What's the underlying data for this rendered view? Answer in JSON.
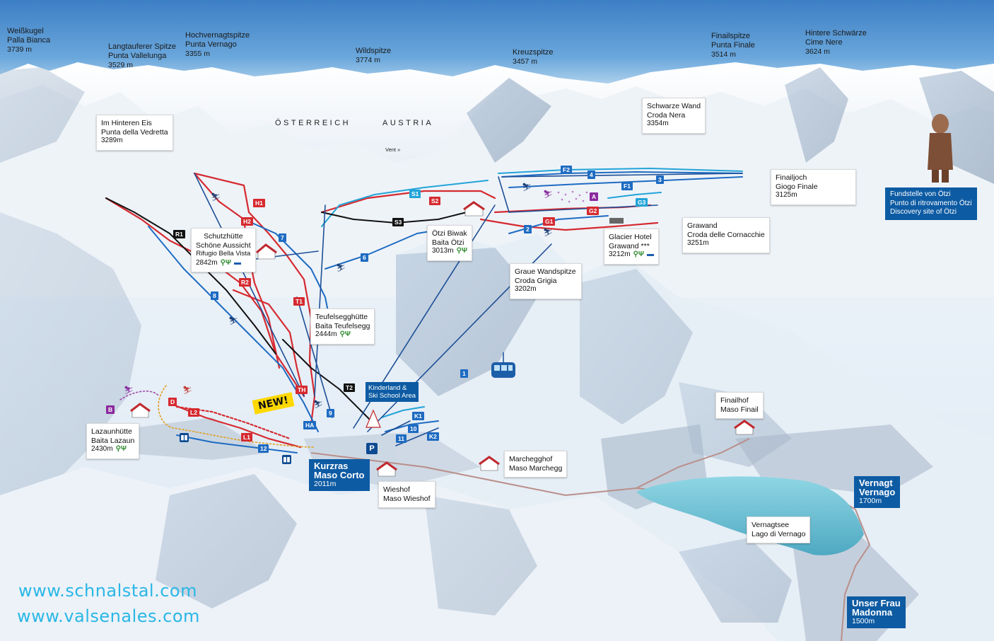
{
  "peaks": [
    {
      "id": "weisskugel",
      "lines": [
        "Weißkugel",
        "Palla Bianca"
      ],
      "alt": "3739 m"
    },
    {
      "id": "langtauferer",
      "lines": [
        "Langtauferer Spitze",
        "Punta Vallelunga"
      ],
      "alt": "3529 m"
    },
    {
      "id": "hochvernagt",
      "lines": [
        "Hochvernagtspitze",
        "Punta Vernago"
      ],
      "alt": "3355 m"
    },
    {
      "id": "wildspitze",
      "lines": [
        "Wildspitze"
      ],
      "alt": "3774 m"
    },
    {
      "id": "kreuzspitze",
      "lines": [
        "Kreuzspitze"
      ],
      "alt": "3457 m"
    },
    {
      "id": "finailspitze",
      "lines": [
        "Finailspitze",
        "Punta Finale"
      ],
      "alt": "3514 m"
    },
    {
      "id": "hintere",
      "lines": [
        "Hintere Schwärze",
        "Cime Nere"
      ],
      "alt": "3624 m"
    }
  ],
  "country": {
    "at": "ÖSTERREICH",
    "en": "AUSTRIA"
  },
  "vent": "Vent »",
  "labels": {
    "im_hinteren": {
      "l1": "Im Hinteren Eis",
      "l2": "Punta della Vedretta",
      "alt": "3289m"
    },
    "schwarze_wand": {
      "l1": "Schwarze Wand",
      "l2": "Croda Nera",
      "alt": "3354m"
    },
    "finailjoch": {
      "l1": "Finailjoch",
      "l2": "Giogo Finale",
      "alt": "3125m"
    },
    "schutzhutte": {
      "l1": "Schutzhütte",
      "l2": "Schöne Aussicht",
      "l3": "Rifugio Bella Vista",
      "alt": "2842m"
    },
    "otzi_biwak": {
      "l1": "Ötzi Biwak",
      "l2": "Baita Ötzi",
      "alt": "3013m"
    },
    "glacier_hotel": {
      "l1": "Glacier Hotel",
      "l2": "Grawand ***",
      "alt": "3212m"
    },
    "grawand": {
      "l1": "Grawand",
      "l2": "Croda delle Cornacchie",
      "alt": "3251m"
    },
    "graue": {
      "l1": "Graue Wandspitze",
      "l2": "Croda Grigia",
      "alt": "3202m"
    },
    "teufelsegg": {
      "l1": "Teufelsegghütte",
      "l2": "Baita Teufelsegg",
      "alt": "2444m"
    },
    "lazaun": {
      "l1": "Lazaunhütte",
      "l2": "Baita Lazaun",
      "alt": "2430m"
    },
    "finailhof": {
      "l1": "Finailhof",
      "l2": "Maso Finail"
    },
    "marchegg": {
      "l1": "Marchegghof",
      "l2": "Maso Marchegg"
    },
    "wieshof": {
      "l1": "Wieshof",
      "l2": "Maso Wieshof"
    },
    "vernagtsee": {
      "l1": "Vernagtsee",
      "l2": "Lago di Vernago"
    }
  },
  "otzi_site": {
    "l1": "Fundstelle von Ötzi",
    "l2": "Punto di ritrovamento Ötzi",
    "l3": "Discovery site of Ötzi"
  },
  "kinderland": {
    "l1": "Kinderland &",
    "l2": "Ski School Area"
  },
  "villages": {
    "kurzras": {
      "l1": "Kurzras",
      "l2": "Maso Corto",
      "alt": "2011m"
    },
    "vernagt": {
      "l1": "Vernagt",
      "l2": "Vernago",
      "alt": "1700m"
    },
    "unserfrau": {
      "l1": "Unser Frau",
      "l2": "Madonna",
      "alt": "1500m"
    }
  },
  "new_badge": "NEW!",
  "urls": [
    "www.schnalstal.com",
    "www.valsenales.com"
  ],
  "run_tags": {
    "red": [
      "H1",
      "H2",
      "R2",
      "T1",
      "TH",
      "S2",
      "G1",
      "G2",
      "L1",
      "L2",
      "D"
    ],
    "blue": [
      "7",
      "8",
      "6",
      "1",
      "2",
      "4",
      "3",
      "9",
      "10",
      "11",
      "12",
      "F2",
      "F1",
      "HA",
      "K1",
      "K2"
    ],
    "black": [
      "R1",
      "S3",
      "T2"
    ],
    "cyan": [
      "S1",
      "G3"
    ],
    "purple": [
      "A",
      "B"
    ]
  },
  "parking": "P",
  "icons": [
    "ski-lift-icon",
    "gondola-icon",
    "restaurant-icon",
    "bed-icon",
    "house-icon",
    "skier-icon",
    "bus-icon"
  ],
  "colors": {
    "red_run": "#d52a30",
    "blue_run": "#1e6bc2",
    "black_run": "#111111",
    "lift": "#1d4f96",
    "lake": "#6fc2d6",
    "brand_blue": "#0d5ba3",
    "url": "#2ab7e6"
  }
}
